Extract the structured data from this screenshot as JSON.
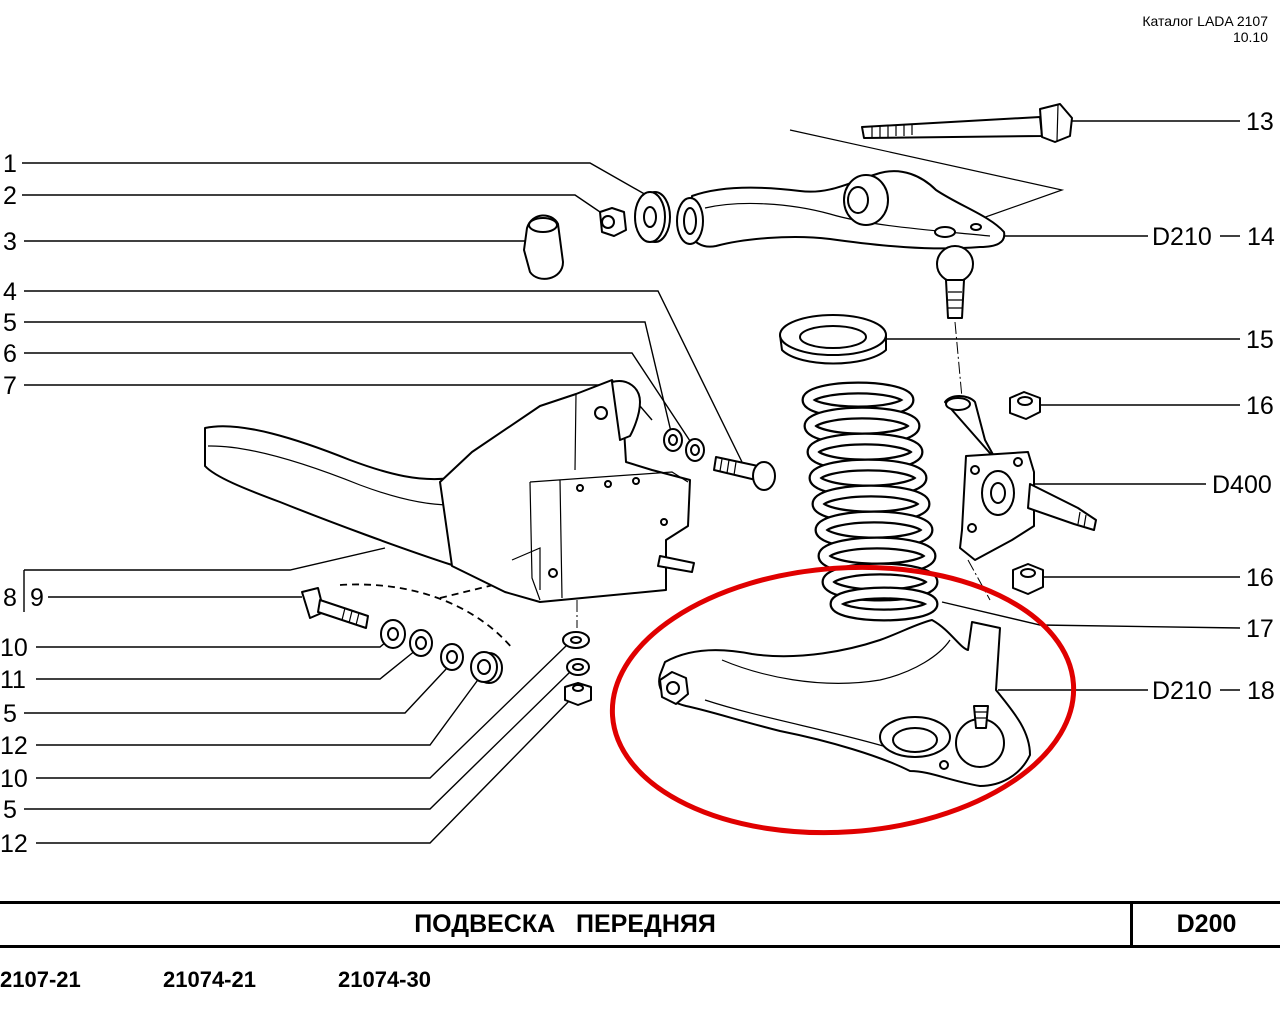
{
  "header": {
    "catalog": "Каталог LADA 2107",
    "page": "10.10"
  },
  "callouts": {
    "left": [
      "1",
      "2",
      "3",
      "4",
      "5",
      "6",
      "7"
    ],
    "group": {
      "a": "8",
      "b": "9"
    },
    "lower_left": [
      "10",
      "11",
      "5",
      "12",
      "10",
      "5",
      "12"
    ],
    "right": [
      {
        "label": "13"
      },
      {
        "ref": "D210",
        "label": "14"
      },
      {
        "label": "15"
      },
      {
        "label": "16"
      },
      {
        "ref": "D400"
      },
      {
        "label": "16"
      },
      {
        "label": "17"
      },
      {
        "ref": "D210",
        "label": "18"
      }
    ]
  },
  "highlight_color": "#e00000",
  "footer": {
    "title": "ПОДВЕСКА   ПЕРЕДНЯЯ",
    "code": "D200",
    "models": [
      "2107-21",
      "21074-21",
      "21074-30"
    ]
  }
}
